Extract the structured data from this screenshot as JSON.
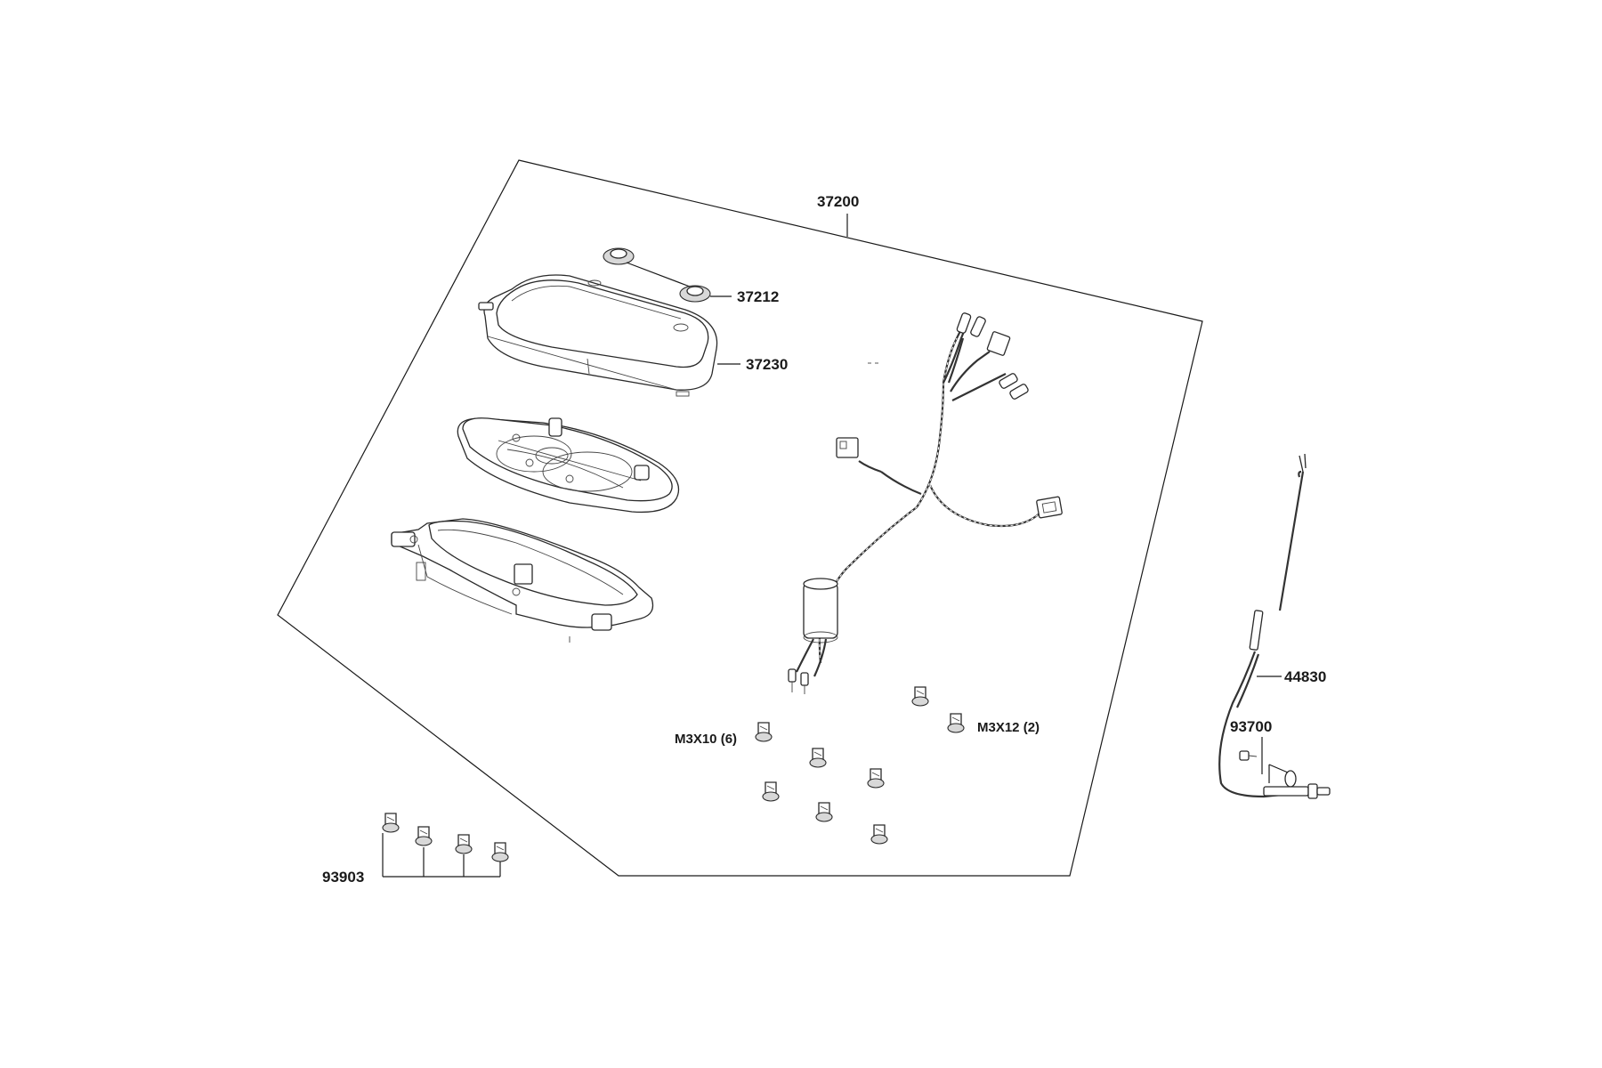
{
  "labels": {
    "assembly": "37200",
    "grommet": "37212",
    "lens_cover": "37230",
    "cable": "44830",
    "cable_screw": "93700",
    "screws_outer": "93903",
    "screw_m3x10": "M3X10 (6)",
    "screw_m3x12": "M3X12 (2)"
  }
}
